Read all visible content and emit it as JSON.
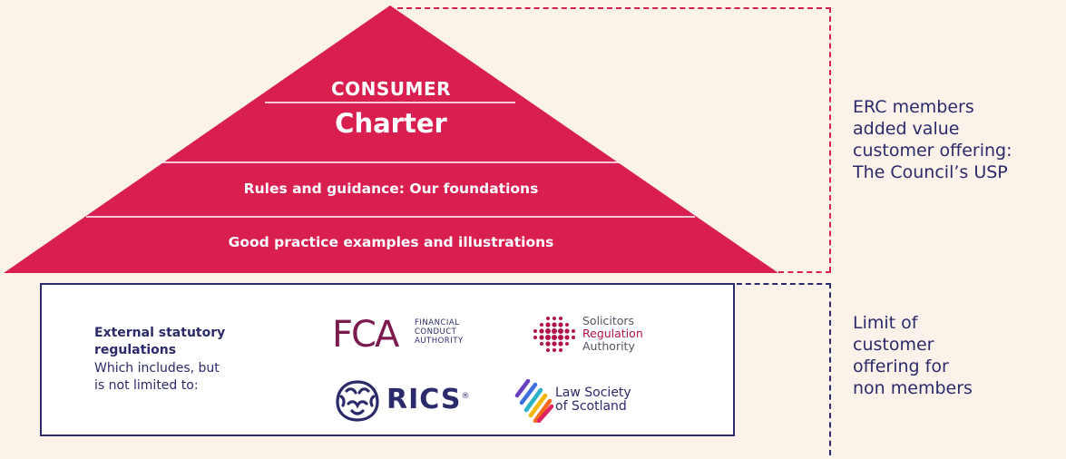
{
  "pyramid": {
    "top_label": "CONSUMER",
    "top_title": "Charter",
    "middle_label": "Rules and guidance: Our foundations",
    "bottom_label": "Good practice examples and illustrations",
    "color": "#d91e50"
  },
  "side_notes": {
    "erc": [
      "ERC members",
      "added value",
      "customer offering:",
      "The Council’s USP"
    ],
    "limit": [
      "Limit of",
      "customer",
      "offering for",
      "non members"
    ]
  },
  "base": {
    "title_lines": [
      "External statutory",
      "regulations"
    ],
    "desc_lines": [
      "Which includes, but",
      "is not limited to:"
    ]
  },
  "logos": {
    "fca": {
      "letters": "FCA",
      "sub": [
        "FINANCIAL",
        "CONDUCT",
        "AUTHORITY"
      ]
    },
    "sra": {
      "lines": [
        "Solicitors",
        "Regulation",
        "Authority"
      ]
    },
    "rics": {
      "text": "RICS",
      "mark": "®"
    },
    "law": {
      "lines": [
        "Law Society",
        "of Scotland"
      ]
    }
  },
  "colors": {
    "accent": "#d91e50",
    "navy": "#2b2a6b",
    "background": "#fbf2ea"
  }
}
